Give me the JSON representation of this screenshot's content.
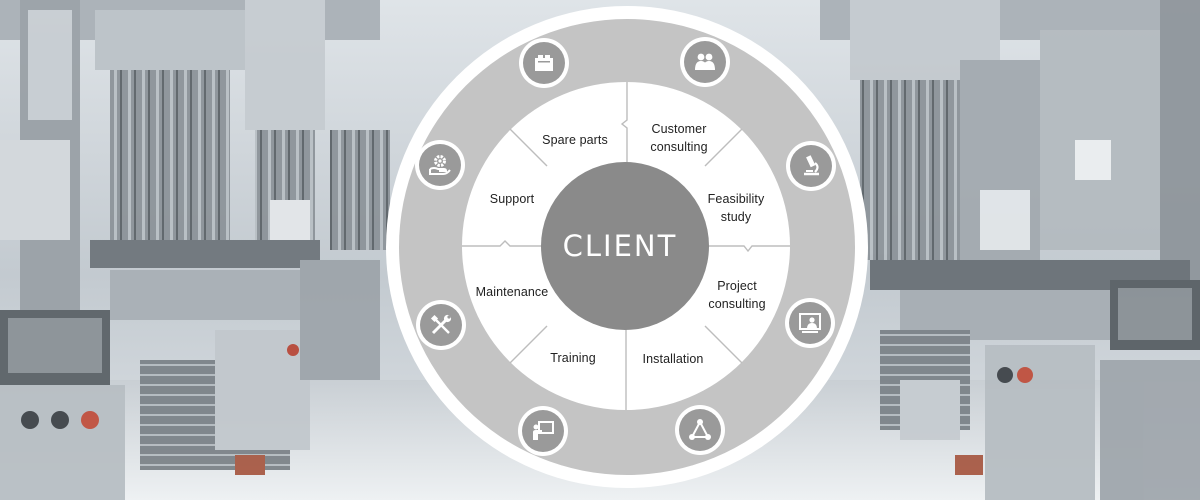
{
  "center": {
    "label": "CLIENT"
  },
  "segments": [
    {
      "id": "spare-parts",
      "label": "Spare parts"
    },
    {
      "id": "customer-consulting",
      "label": "Customer\nconsulting"
    },
    {
      "id": "feasibility-study",
      "label": "Feasibility\nstudy"
    },
    {
      "id": "project-consulting",
      "label": "Project\nconsulting"
    },
    {
      "id": "installation",
      "label": "Installation"
    },
    {
      "id": "training",
      "label": "Training"
    },
    {
      "id": "maintenance",
      "label": "Maintenance"
    },
    {
      "id": "support",
      "label": "Support"
    }
  ],
  "icons": [
    {
      "id": "spare-parts",
      "name": "box-icon"
    },
    {
      "id": "customer-consulting",
      "name": "people-icon"
    },
    {
      "id": "feasibility-study",
      "name": "microscope-icon"
    },
    {
      "id": "project-consulting",
      "name": "presenter-screen-icon"
    },
    {
      "id": "installation",
      "name": "network-nodes-icon"
    },
    {
      "id": "training",
      "name": "teacher-board-icon"
    },
    {
      "id": "maintenance",
      "name": "wrench-screwdriver-icon"
    },
    {
      "id": "support",
      "name": "hand-gear-icon"
    }
  ],
  "colors": {
    "outer_ring": "#c4c4c4",
    "inner_disc": "#ffffff",
    "center_disc": "#8a8a8a",
    "icon_disc": "#9a9a9a",
    "divider": "#bdbdbd",
    "background_tint": "#cfd6dc"
  }
}
